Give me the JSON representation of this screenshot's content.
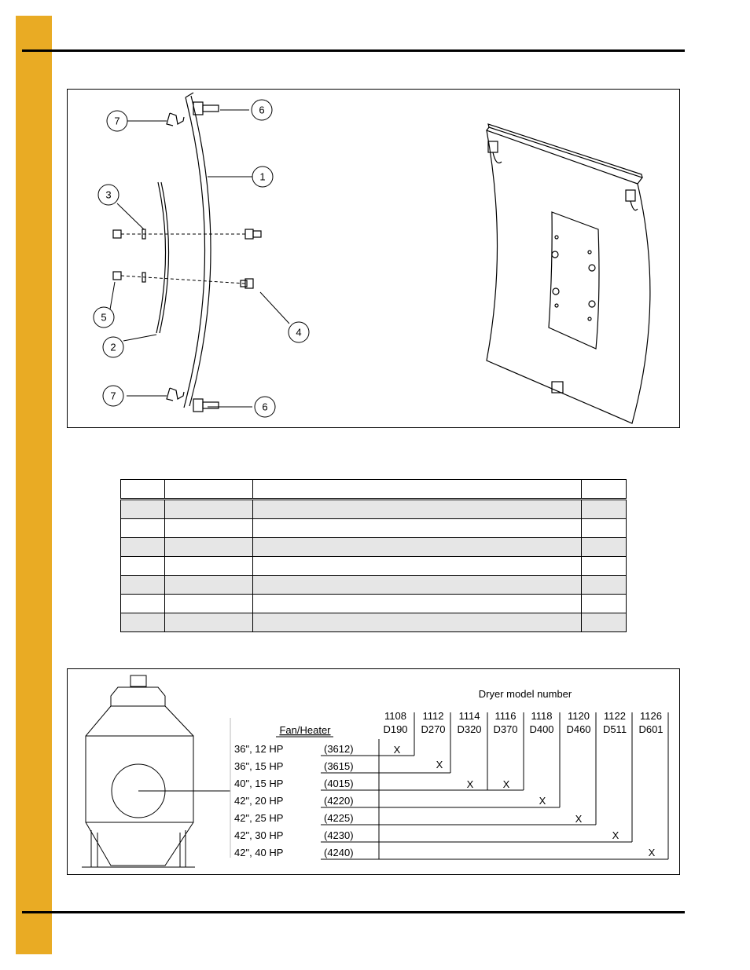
{
  "diagram1": {
    "callouts": [
      "1",
      "2",
      "3",
      "4",
      "5",
      "6",
      "6",
      "7",
      "7"
    ]
  },
  "parts_table": {
    "columns": [
      "",
      "",
      "",
      ""
    ],
    "rows": [
      [
        "",
        "",
        "",
        ""
      ],
      [
        "",
        "",
        "",
        ""
      ],
      [
        "",
        "",
        "",
        ""
      ],
      [
        "",
        "",
        "",
        ""
      ],
      [
        "",
        "",
        "",
        ""
      ],
      [
        "",
        "",
        "",
        ""
      ],
      [
        "",
        "",
        "",
        ""
      ]
    ]
  },
  "fan_chart": {
    "header": "Dryer model number",
    "row_label_header": "Fan/Heater",
    "models": [
      {
        "num": "1108",
        "code": "D190"
      },
      {
        "num": "1112",
        "code": "D270"
      },
      {
        "num": "1114",
        "code": "D320"
      },
      {
        "num": "1116",
        "code": "D370"
      },
      {
        "num": "1118",
        "code": "D400"
      },
      {
        "num": "1120",
        "code": "D460"
      },
      {
        "num": "1122",
        "code": "D511"
      },
      {
        "num": "1126",
        "code": "D601"
      }
    ],
    "fans": [
      {
        "size": "36\", 12 HP",
        "code": "(3612)"
      },
      {
        "size": "36\", 15 HP",
        "code": "(3615)"
      },
      {
        "size": "40\", 15 HP",
        "code": "(4015)"
      },
      {
        "size": "42\", 20 HP",
        "code": "(4220)"
      },
      {
        "size": "42\", 25 HP",
        "code": "(4225)"
      },
      {
        "size": "42\", 30 HP",
        "code": "(4230)"
      },
      {
        "size": "42\", 40 HP",
        "code": "(4240)"
      }
    ],
    "mark": "X"
  }
}
